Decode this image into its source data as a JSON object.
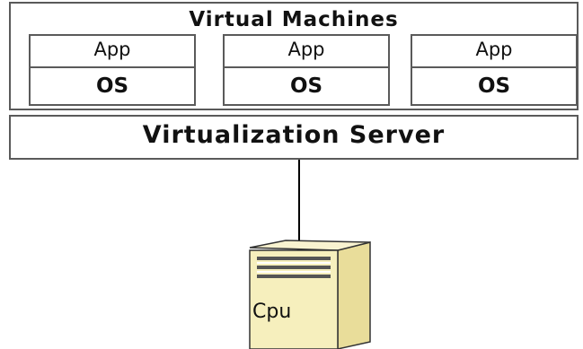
{
  "virtual_machines": {
    "title": "Virtual Machines",
    "vms": [
      {
        "app": "App",
        "os": "OS"
      },
      {
        "app": "App",
        "os": "OS"
      },
      {
        "app": "App",
        "os": "OS"
      }
    ]
  },
  "server": {
    "label": "Virtualization Server"
  },
  "hardware": {
    "label": "Cpu",
    "icon": "server-tower-icon",
    "fill_color": "#f6efbd"
  }
}
